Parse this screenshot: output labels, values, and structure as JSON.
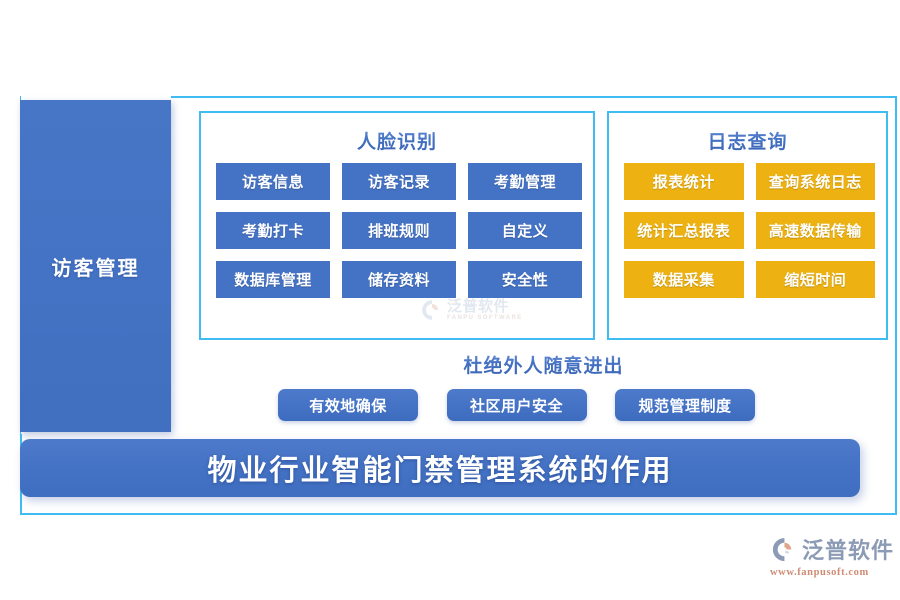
{
  "sidebar": {
    "label": "访客管理"
  },
  "panels": [
    {
      "id": "face-recognition",
      "title": "人脸识别",
      "accent": "#4472C4",
      "items": [
        "访客信息",
        "访客记录",
        "考勤管理",
        "考勤打卡",
        "排班规则",
        "自定义",
        "数据库管理",
        "储存资料",
        "安全性"
      ]
    },
    {
      "id": "log-query",
      "title": "日志查询",
      "accent": "#EDB211",
      "items": [
        "报表统计",
        "查询系统日志",
        "统计汇总报表",
        "高速数据传输",
        "数据采集",
        "缩短时间"
      ]
    }
  ],
  "middle": {
    "heading": "杜绝外人随意进出",
    "pills": [
      "有效地确保",
      "社区用户安全",
      "规范管理制度"
    ]
  },
  "banner": {
    "text": "物业行业智能门禁管理系统的作用"
  },
  "watermark": {
    "cn": "泛普软件",
    "en": "FANPU SOFTWARE"
  },
  "brand": {
    "cn": "泛普软件",
    "url": "www.fanpusoft.com"
  },
  "colors": {
    "blue": "#4472C4",
    "orange": "#EDB211",
    "frame": "#3FBDF3",
    "brand_gray": "#8C9BB5",
    "brand_salmon": "#D08B74"
  }
}
